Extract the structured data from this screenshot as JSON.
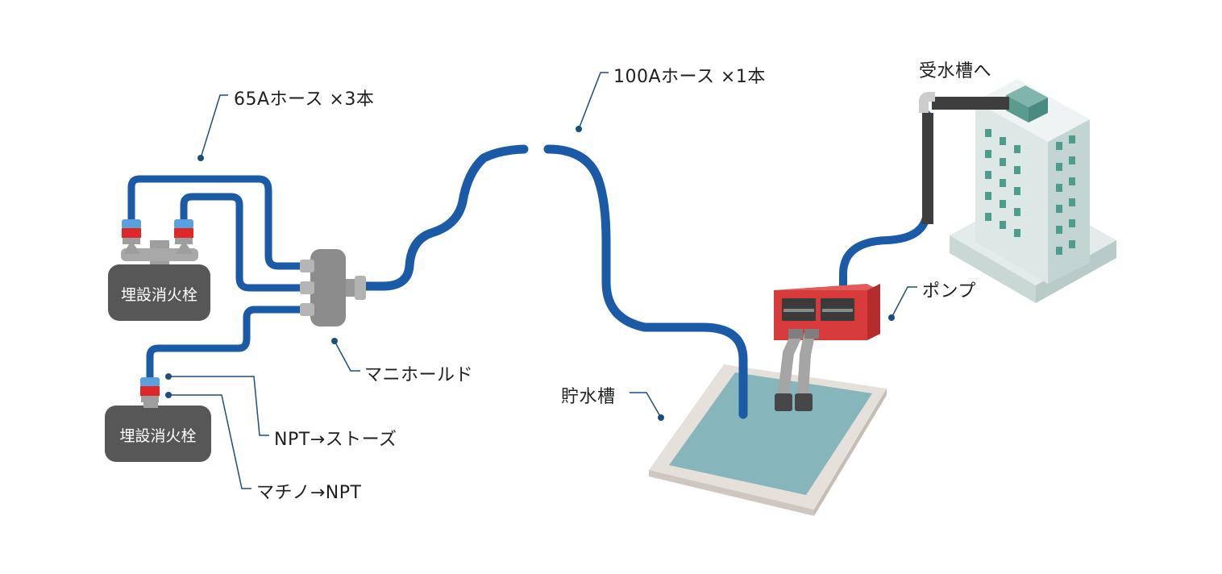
{
  "labels": {
    "hose_65a": "65Aホース ×3本",
    "hose_100a": "100Aホース ×1本",
    "to_receiving_tank": "受水槽へ",
    "pump": "ポンプ",
    "manifold": "マニホールド",
    "storage_tank": "貯水槽",
    "npt_storz": "NPT→ストーズ",
    "machino_npt": "マチノ→NPT",
    "hydrant_upper": "埋設消火栓",
    "hydrant_lower": "埋設消火栓"
  },
  "colors": {
    "hose_blue": "#1a5aa6",
    "hydrant_gray": "#575757",
    "pump_red": "#d63a3a",
    "water": "#86b6bb",
    "building": "#dde9e7",
    "window": "#4d9c8e",
    "leader_line": "#1a4f7e"
  }
}
